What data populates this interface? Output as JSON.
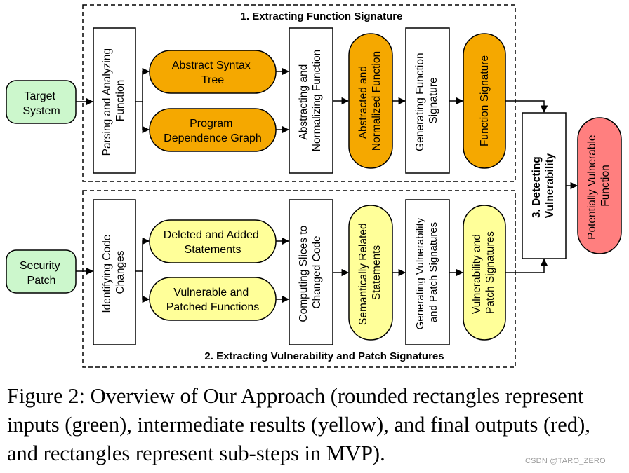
{
  "colors": {
    "input_green": "#ccf7cc",
    "intermediate_orange": "#f5a800",
    "intermediate_yellow": "#ffff99",
    "output_red": "#ff7f7f",
    "stroke": "#000000"
  },
  "sections": {
    "top": "1. Extracting Function Signature",
    "bottom": "2. Extracting Vulnerability and Patch Signatures"
  },
  "inputs": {
    "target": [
      "Target",
      "System"
    ],
    "patch": [
      "Security",
      "Patch"
    ]
  },
  "top_row": {
    "parse": [
      "Parsing and Analyzing",
      "Function"
    ],
    "ast": [
      "Abstract Syntax",
      "Tree"
    ],
    "pdg": [
      "Program",
      "Dependence Graph"
    ],
    "abstracting": [
      "Abstracting and",
      "Normalizing Function"
    ],
    "abstracted_result": [
      "Abstracted and",
      "Normalized Function"
    ],
    "generating": [
      "Generating Function",
      "Signature"
    ],
    "signature_result": [
      "Function Signature"
    ]
  },
  "bottom_row": {
    "identify": [
      "Identifying Code",
      "Changes"
    ],
    "deleted": [
      "Deleted and Added",
      "Statements"
    ],
    "vulnerable": [
      "Vulnerable and",
      "Patched Functions"
    ],
    "slices": [
      "Computing Slices to",
      "Changed Code"
    ],
    "semantic": [
      "Semantically Related",
      "Statements"
    ],
    "generating": [
      "Generating Vulnerability",
      "and Patch Signatures"
    ],
    "signatures_result": [
      "Vulnerability and",
      "Patch Signatures"
    ]
  },
  "detect": [
    "3. Detecting",
    "Vulnerability"
  ],
  "output": [
    "Potentially Vulnerable",
    "Function"
  ],
  "caption": "Figure 2: Overview of Our Approach (rounded rectangles represent inputs (green), intermediate results (yellow), and final outputs (red), and rectangles represent sub-steps in MVP).",
  "watermark": "CSDN @TARO_ZERO"
}
